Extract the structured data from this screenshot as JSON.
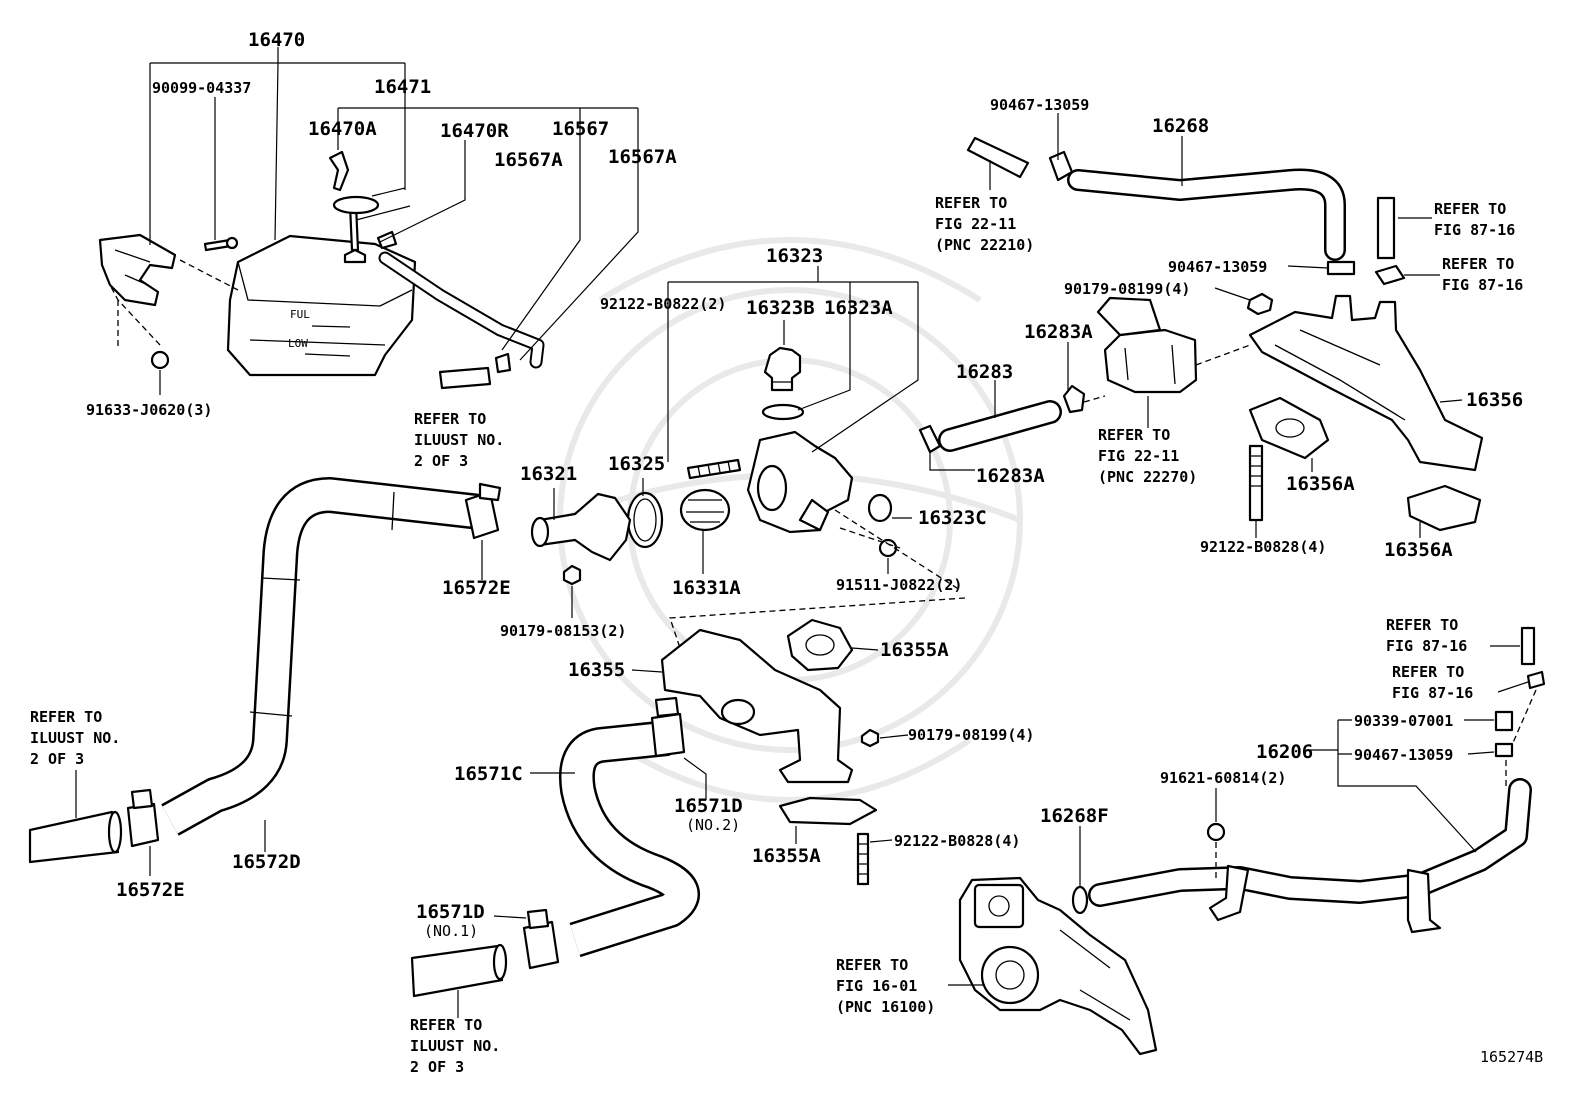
{
  "diagram_code": "165274B",
  "part_numbers": {
    "p16470": "16470",
    "p90099_04337": "90099-04337",
    "p16471": "16471",
    "p16470A": "16470A",
    "p16470R": "16470R",
    "p16567": "16567",
    "p16567A_1": "16567A",
    "p16567A_2": "16567A",
    "p91633": "91633-J0620(3)",
    "p90467_top": "90467-13059",
    "p16268": "16268",
    "p90467_mid": "90467-13059",
    "p90179_08199_top": "90179-08199(4)",
    "p16283A_top": "16283A",
    "p16283": "16283",
    "p16283A_bot": "16283A",
    "p16356": "16356",
    "p16356A_1": "16356A",
    "p16356A_2": "16356A",
    "p92122_B0828_right": "92122-B0828(4)",
    "p16323": "16323",
    "p92122_B0822": "92122-B0822(2)",
    "p16323B": "16323B",
    "p16323A": "16323A",
    "p16321": "16321",
    "p16325": "16325",
    "p16323C": "16323C",
    "p16331A": "16331A",
    "p91511": "91511-J0822(2)",
    "p90179_08153": "90179-08153(2)",
    "p16572E_top": "16572E",
    "p16572D": "16572D",
    "p16572E_bot": "16572E",
    "p16355": "16355",
    "p16355A_top": "16355A",
    "p90179_08199_mid": "90179-08199(4)",
    "p16571C": "16571C",
    "p16571D_no2": "16571D",
    "p16571D_no2_sub": "(NO.2)",
    "p16355A_bot": "16355A",
    "p92122_B0828_mid": "92122-B0828(4)",
    "p16571D_no1": "16571D",
    "p16571D_no1_sub": "(NO.1)",
    "p16268F": "16268F",
    "p16206": "16206",
    "p90339_07001": "90339-07001",
    "p90467_bot": "90467-13059",
    "p91621": "91621-60814(2)"
  },
  "refer_notes": {
    "ref_fig22_11_top": [
      "REFER TO",
      "FIG 22-11",
      "(PNC 22210)"
    ],
    "ref_fig87_16_a": [
      "REFER TO",
      "FIG 87-16"
    ],
    "ref_fig87_16_b": [
      "REFER TO",
      "FIG 87-16"
    ],
    "ref_illust_tank": [
      "REFER TO",
      "ILUUST NO.",
      "2 OF 3"
    ],
    "ref_fig22_11_mid": [
      "REFER TO",
      "FIG 22-11",
      "(PNC 22270)"
    ],
    "ref_fig87_16_c": [
      "REFER TO",
      "FIG 87-16"
    ],
    "ref_fig87_16_d": [
      "REFER TO",
      "FIG 87-16"
    ],
    "ref_illust_left": [
      "REFER TO",
      "ILUUST NO.",
      "2 OF 3"
    ],
    "ref_fig16_01": [
      "REFER TO",
      "FIG 16-01",
      "(PNC 16100)"
    ],
    "ref_illust_bottom": [
      "REFER TO",
      "ILUUST NO.",
      "2 OF 3"
    ]
  }
}
